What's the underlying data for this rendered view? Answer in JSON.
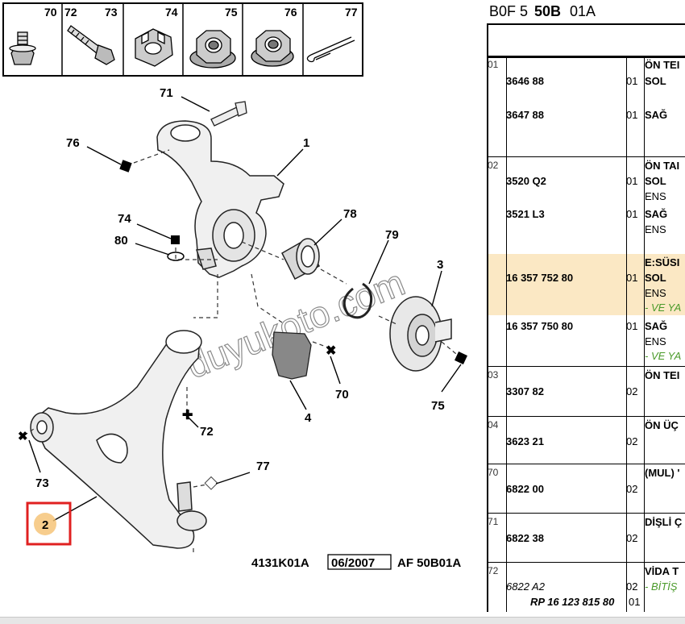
{
  "diagram": {
    "thumbnail_numbers": [
      "70",
      "72",
      "73",
      "74",
      "75",
      "76",
      "77"
    ],
    "callouts": {
      "c71": "71",
      "c76": "76",
      "c1": "1",
      "c74": "74",
      "c80": "80",
      "c78": "78",
      "c79": "79",
      "c3": "3",
      "c70": "70",
      "c75": "75",
      "c4": "4",
      "c72": "72",
      "c73": "73",
      "c77": "77",
      "c2": "2"
    },
    "footer": {
      "ref": "4131K01A",
      "date": "06/2007",
      "af": "AF 50B01A"
    },
    "watermark": "duyukoto.com",
    "highlight_color": "#e02020",
    "dot_color": "#f5c070"
  },
  "panel": {
    "header": {
      "p1": "B0F 5",
      "p2": "50B",
      "p3": "01A"
    },
    "rows": [
      {
        "rn": "01",
        "pn": "",
        "qty": "",
        "desc": "ÖN TEI"
      },
      {
        "rn": "",
        "pn": "3646 88",
        "qty": "01",
        "desc": "SOL"
      },
      {
        "rn": "",
        "pn": "3647 88",
        "qty": "01",
        "desc": "SAĞ"
      },
      {
        "rn": "02",
        "pn": "",
        "qty": "",
        "desc": "ÖN TAI"
      },
      {
        "rn": "",
        "pn": "3520 Q2",
        "qty": "01",
        "desc": "SOL"
      },
      {
        "rn": "",
        "pn": "",
        "qty": "",
        "desc": "ENS"
      },
      {
        "rn": "",
        "pn": "3521 L3",
        "qty": "01",
        "desc": "SAĞ"
      },
      {
        "rn": "",
        "pn": "",
        "qty": "",
        "desc": "ENS"
      },
      {
        "rn": "",
        "pn": "",
        "qty": "",
        "desc": "E:SÜSI"
      },
      {
        "rn": "",
        "pn": "16 357 752 80",
        "qty": "01",
        "desc": "SOL"
      },
      {
        "rn": "",
        "pn": "",
        "qty": "",
        "desc": "ENS"
      },
      {
        "rn": "",
        "pn": "",
        "qty": "",
        "desc": "- VE YA"
      },
      {
        "rn": "",
        "pn": "16 357 750 80",
        "qty": "01",
        "desc": "SAĞ"
      },
      {
        "rn": "",
        "pn": "",
        "qty": "",
        "desc": "ENS"
      },
      {
        "rn": "",
        "pn": "",
        "qty": "",
        "desc": "- VE YA"
      },
      {
        "rn": "03",
        "pn": "",
        "qty": "",
        "desc": "ÖN TEI"
      },
      {
        "rn": "",
        "pn": "3307 82",
        "qty": "02",
        "desc": ""
      },
      {
        "rn": "04",
        "pn": "",
        "qty": "",
        "desc": "ÖN ÜÇ"
      },
      {
        "rn": "",
        "pn": "3623 21",
        "qty": "02",
        "desc": ""
      },
      {
        "rn": "70",
        "pn": "",
        "qty": "",
        "desc": "(MUL) '"
      },
      {
        "rn": "",
        "pn": "6822 00",
        "qty": "02",
        "desc": ""
      },
      {
        "rn": "71",
        "pn": "",
        "qty": "",
        "desc": "DİŞLİ Ç"
      },
      {
        "rn": "",
        "pn": "6822 38",
        "qty": "02",
        "desc": ""
      },
      {
        "rn": "72",
        "pn": "",
        "qty": "",
        "desc": "VİDA T"
      },
      {
        "rn": "",
        "pn": "6822 A2",
        "qty": "02",
        "desc": "- BİTİŞ"
      },
      {
        "rn": "",
        "pn": "RP 16 123 815 80",
        "qty": "01",
        "desc": ""
      }
    ]
  }
}
